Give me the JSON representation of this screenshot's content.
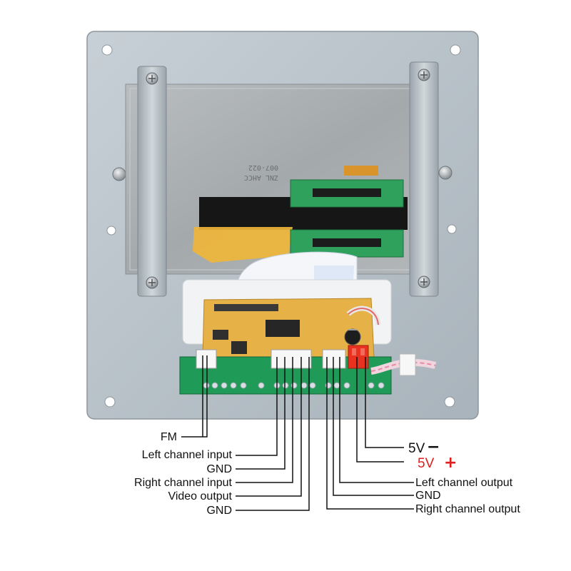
{
  "diagram": {
    "module_markings": {
      "line1": "ZNL AHCC",
      "line2": "007-022"
    },
    "left_labels": [
      {
        "id": "fm",
        "text": "FM"
      },
      {
        "id": "left-channel-input",
        "text": "Left channel input"
      },
      {
        "id": "gnd-1",
        "text": "GND"
      },
      {
        "id": "right-channel-input",
        "text": "Right channel input"
      },
      {
        "id": "video-output",
        "text": "Video output"
      },
      {
        "id": "gnd-2",
        "text": "GND"
      }
    ],
    "power_labels": [
      {
        "id": "power-negative",
        "text": "5V",
        "sign": "−",
        "color": "#111111"
      },
      {
        "id": "power-positive",
        "text": "5V",
        "sign": "+",
        "color": "#e11d1d"
      }
    ],
    "right_labels": [
      {
        "id": "left-channel-output",
        "text": "Left channel output"
      },
      {
        "id": "gnd-3",
        "text": "GND"
      },
      {
        "id": "right-channel-output",
        "text": "Right channel output"
      }
    ],
    "colors": {
      "plate": "#b8c2ca",
      "screen": "#a9aeb0",
      "pcb_green": "#1f9a57",
      "pcb_yellow": "#e6b247",
      "connector_red": "#e8321f",
      "leader_line": "#111111"
    }
  }
}
